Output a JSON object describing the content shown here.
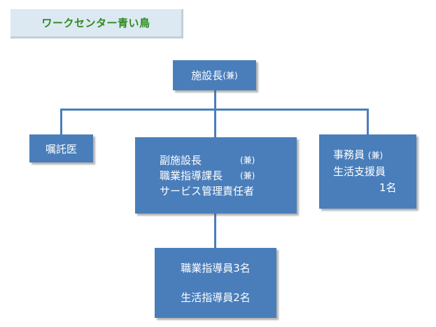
{
  "title": "ワークセンター青い鳥",
  "director": {
    "label": "施設長",
    "suffix": "(兼)"
  },
  "doctor": {
    "label": "嘱託医"
  },
  "deputy": {
    "line1": "副施設長",
    "line1_suffix": "(兼)",
    "line2": "職業指導課長",
    "line2_suffix": "(兼)",
    "line3": "サービス管理責任者"
  },
  "office": {
    "line1": "事務員",
    "line1_suffix": "(兼)",
    "line2": "生活支援員",
    "line3": "1名"
  },
  "staff": {
    "line1": "職業指導員3名",
    "line2": "生活指導員2名"
  },
  "colors": {
    "node_fill": "#4a7ebb",
    "title_fill": "#dce9f2",
    "title_text": "#2d8a1f",
    "connector": "#4a7ebb"
  }
}
